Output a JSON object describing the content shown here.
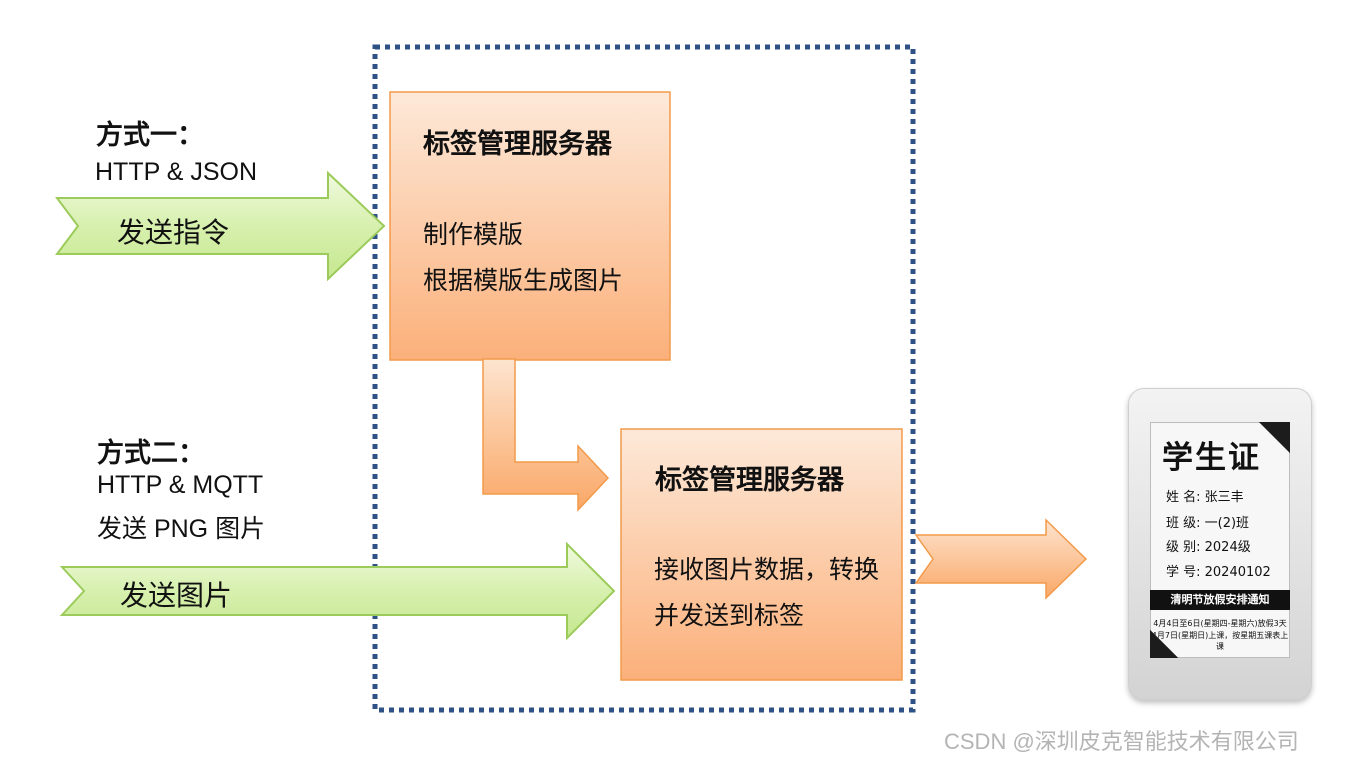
{
  "methods": {
    "one": {
      "title": "方式一：",
      "line1": "HTTP & JSON",
      "arrow_label": "发送指令"
    },
    "two": {
      "title": "方式二：",
      "line1": "HTTP & MQTT",
      "line2": "发送 PNG 图片",
      "arrow_label": "发送图片"
    }
  },
  "server_top": {
    "title": "标签管理服务器",
    "lines": [
      "制作模版",
      "根据模版生成图片"
    ]
  },
  "server_bottom": {
    "title": "标签管理服务器",
    "lines": [
      "接收图片数据，转换",
      "并发送到标签"
    ]
  },
  "label_screen": {
    "heading": "学生证",
    "rows": [
      "姓 名: 张三丰",
      "班 级: 一(2)班",
      "级 别: 2024级",
      "学 号: 20240102"
    ],
    "notice_title": "清明节放假安排通知",
    "notice_lines": [
      "4月4日至6日(星期四-星期六)放假3天",
      "4月7日(星期日)上课，按星期五课表上课"
    ]
  },
  "watermark": "CSDN @深圳皮克智能技术有限公司",
  "colors": {
    "green_arrow_fill": "#d9f2b4",
    "green_arrow_stroke": "#9ccb5c",
    "orange_box_top": "#fde3cd",
    "orange_box_bottom": "#fbb27a",
    "orange_stroke": "#f29a4a",
    "dashed_border": "#2e5286"
  }
}
